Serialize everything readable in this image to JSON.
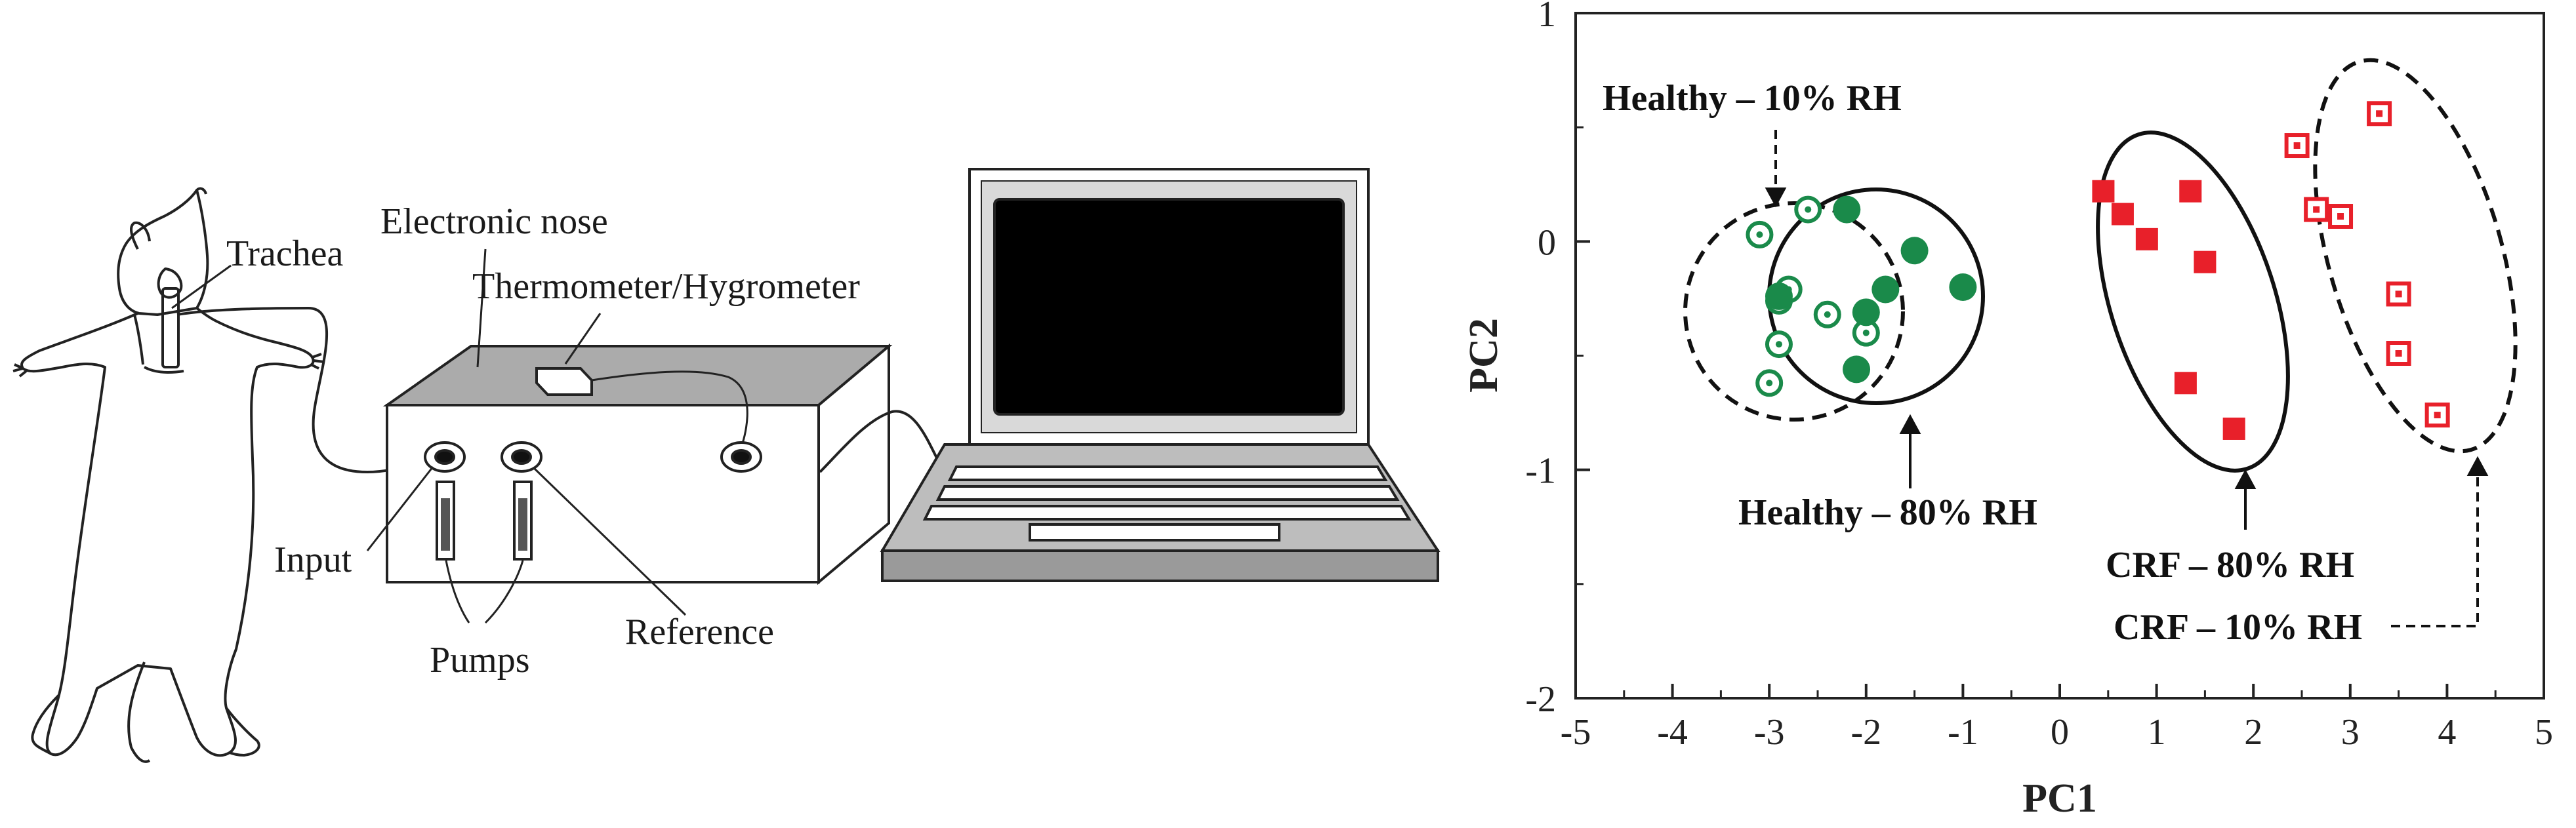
{
  "diagram": {
    "labels": {
      "electronic_nose": "Electronic nose",
      "thermometer": "Thermometer/Hygrometer",
      "trachea": "Trachea",
      "input": "Input",
      "pumps": "Pumps",
      "reference": "Reference"
    }
  },
  "chart_data": {
    "type": "scatter",
    "title": "",
    "xlabel": "PC1",
    "ylabel": "PC2",
    "xlim": [
      -5,
      5
    ],
    "ylim": [
      -2,
      1
    ],
    "xticks": [
      "-5",
      "-4",
      "-3",
      "-2",
      "-1",
      "0",
      "1",
      "2",
      "3",
      "4",
      "5"
    ],
    "yticks": [
      "1",
      "0",
      "-1",
      "-2"
    ],
    "grid": false,
    "colors": {
      "healthy": "#1a8a4a",
      "crf": "#e8202a"
    },
    "series": [
      {
        "name": "Healthy – 10% RH",
        "marker": "circle-dot-open",
        "color": "#1a8a4a",
        "x": [
          -3.1,
          -2.6,
          -2.8,
          -2.9,
          -2.4,
          -2.0,
          -2.9,
          -3.0
        ],
        "y": [
          0.03,
          0.14,
          -0.21,
          -0.26,
          -0.32,
          -0.4,
          -0.45,
          -0.62
        ]
      },
      {
        "name": "Healthy – 80% RH",
        "marker": "circle-filled",
        "color": "#1a8a4a",
        "x": [
          -2.2,
          -1.5,
          -1.0,
          -1.8,
          -2.0,
          -2.9,
          -2.1
        ],
        "y": [
          0.14,
          -0.04,
          -0.2,
          -0.21,
          -0.31,
          -0.24,
          -0.56
        ]
      },
      {
        "name": "CRF – 80% RH",
        "marker": "square-filled",
        "color": "#e8202a",
        "x": [
          0.45,
          0.65,
          0.9,
          1.35,
          1.5,
          1.3,
          1.8
        ],
        "y": [
          0.22,
          0.12,
          0.01,
          0.22,
          -0.09,
          -0.62,
          -0.82
        ]
      },
      {
        "name": "CRF – 10% RH",
        "marker": "square-dot-open",
        "color": "#e8202a",
        "x": [
          3.3,
          2.45,
          2.65,
          2.9,
          3.5,
          3.5,
          3.9
        ],
        "y": [
          0.56,
          0.42,
          0.14,
          0.11,
          -0.23,
          -0.49,
          -0.76
        ]
      }
    ],
    "annotations": [
      {
        "series": "Healthy – 10% RH",
        "text": "Healthy – 10% RH",
        "style": "dashed"
      },
      {
        "series": "Healthy – 80% RH",
        "text": "Healthy – 80% RH",
        "style": "solid"
      },
      {
        "series": "CRF – 80% RH",
        "text": "CRF – 80% RH",
        "style": "solid"
      },
      {
        "series": "CRF – 10% RH",
        "text": "CRF – 10% RH",
        "style": "dashed"
      }
    ]
  }
}
